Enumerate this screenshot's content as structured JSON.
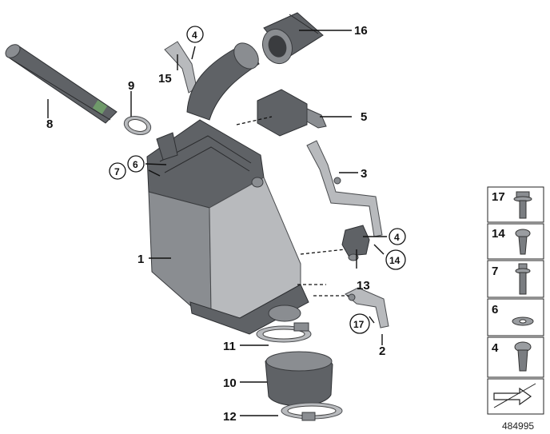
{
  "callouts": {
    "c1": "1",
    "c2": "2",
    "c3": "3",
    "c4a": "4",
    "c4b": "4",
    "c5": "5",
    "c6": "6",
    "c7": "7",
    "c8": "8",
    "c9": "9",
    "c10": "10",
    "c11": "11",
    "c12": "12",
    "c13": "13",
    "c14": "14",
    "c15": "15",
    "c16": "16",
    "c17": "17"
  },
  "legend": [
    "17",
    "14",
    "7",
    "6",
    "4"
  ],
  "diagram_id": "484995",
  "icon": "arrow-icon"
}
